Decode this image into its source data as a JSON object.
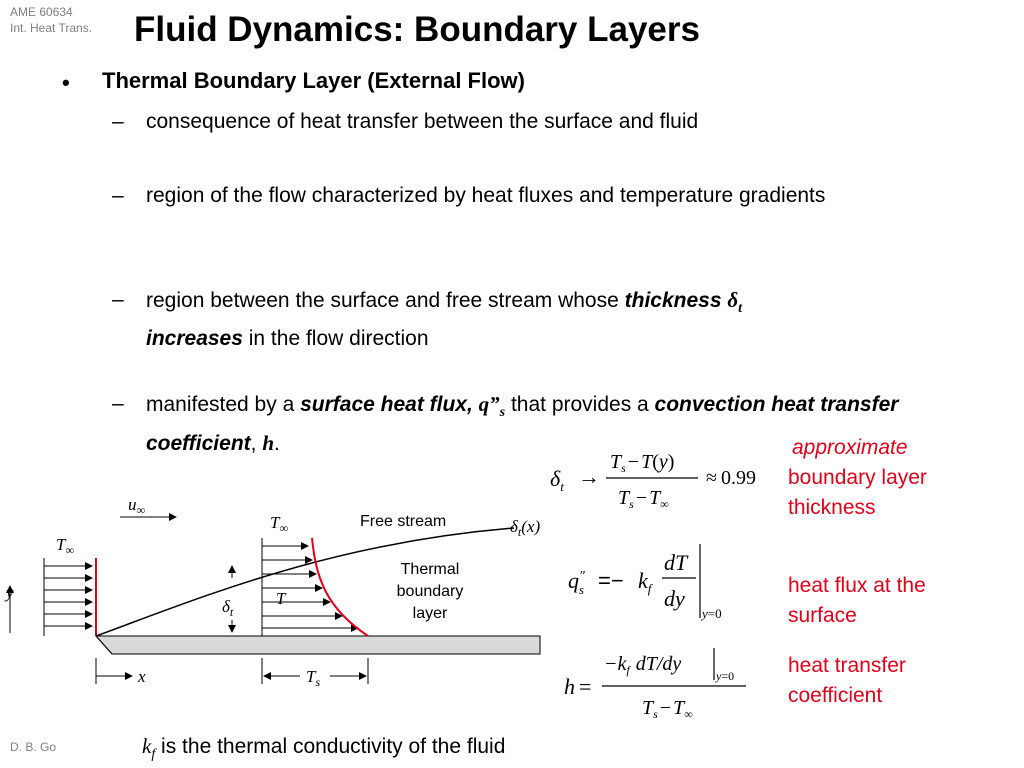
{
  "course": {
    "line1": "AME 60634",
    "line2": "Int. Heat Trans."
  },
  "title": "Fluid Dynamics: Boundary Layers",
  "bullet_symbol": "•",
  "dash_symbol": "–",
  "main_bullet": "Thermal Boundary Layer (External Flow)",
  "items": [
    {
      "text": "consequence of heat transfer between the surface and fluid"
    },
    {
      "text": "region of the flow characterized by heat fluxes and temperature gradients"
    },
    {
      "pre": "region between the surface and free stream whose ",
      "em1": "thickness",
      "sym": "δ",
      "sub": "t",
      "em2": "increases",
      "post": " in the flow direction"
    },
    {
      "pre": "manifested by a ",
      "em1": "surface heat flux,",
      "sym": "q”",
      "sub": "s",
      "mid": " that provides a ",
      "em2": "convection heat transfer coefficient",
      "comma": ",",
      "sym2": "h",
      "end": "."
    }
  ],
  "figure": {
    "u_inf": "u",
    "inf": "∞",
    "T_inf": "T",
    "free_stream": "Free stream",
    "delta_t_x": "δ",
    "delta_sub": "t",
    "x_arg": "(x)",
    "thermal_bl": [
      "Thermal",
      "boundary",
      "layer"
    ],
    "y": "y",
    "x": "x",
    "T": "T",
    "Ts": "T",
    "s": "s"
  },
  "equations": {
    "eq1": {
      "delta": "δ",
      "t": "t",
      "arrow": "→",
      "Ts": "T",
      "s": "s",
      "minus": "−",
      "Ty": "T",
      "y": "y",
      "T": "T",
      "inf": "∞",
      "approx": "≈",
      "value": "0.99"
    },
    "eq2": {
      "q": "q",
      "pp": "″",
      "s": "s",
      "eq": "=",
      "minus": "−",
      "k": "k",
      "f": "f",
      "dT": "dT",
      "dy": "dy",
      "y0": "y",
      "eq0": "=0"
    },
    "eq3": {
      "h": "h",
      "eq": "=",
      "num": "−k",
      "f": "f",
      "dTdy": "dT/dy",
      "y0": "y",
      "eq0": "=0",
      "Ts": "T",
      "s": "s",
      "minus": "−",
      "T": "T",
      "inf": "∞"
    }
  },
  "notes": {
    "n1_line1": "approximate",
    "n1_line2": "boundary layer",
    "n1_line3": "thickness",
    "n2_line1": "heat flux at the",
    "n2_line2": "surface",
    "n3_line1": "heat transfer",
    "n3_line2": "coefficient"
  },
  "kf_note": {
    "k": "k",
    "f": "f",
    "text": " is the thermal conductivity of the fluid"
  },
  "author": "D. B. Go",
  "colors": {
    "note_red": "#e0001a",
    "wall_red": "#e0001a",
    "gray_text": "#7f7f7f"
  }
}
